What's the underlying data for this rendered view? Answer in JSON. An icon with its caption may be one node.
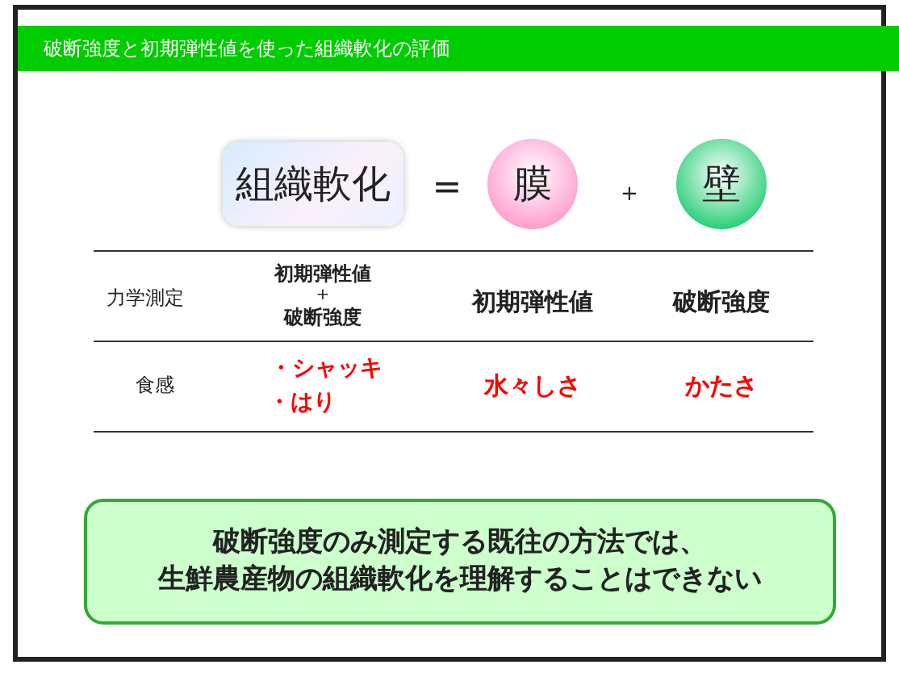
{
  "diagram": {
    "title": "破断強度と初期弾性値を使った組織軟化の評価",
    "nodes": [
      {
        "text": [
          "組織軟化"
        ]
      },
      {
        "text": [
          "膜"
        ]
      },
      {
        "text": [
          "壁"
        ]
      },
      {
        "text": [
          "破断強度のみ測定する既往の方法では、",
          "生鮮農産物の組織軟化を理解することはできない"
        ]
      }
    ],
    "edges": [],
    "labels": [
      "=",
      "+",
      "力学測定",
      "初期弾性値",
      "+",
      "破断強度",
      "初期弾性値",
      "破断強度",
      "食感",
      "・シャッキ",
      "・はり",
      "水々しさ",
      "かたさ"
    ]
  }
}
